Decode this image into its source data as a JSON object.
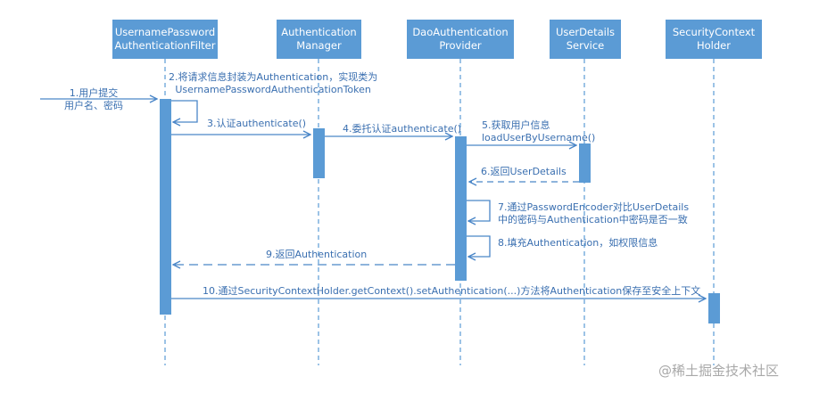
{
  "participants": [
    {
      "label": "UsernamePassword\nAuthenticationFilter"
    },
    {
      "label": "Authentication\nManager"
    },
    {
      "label": "DaoAuthentication\nProvider"
    },
    {
      "label": "UserDetails\nService"
    },
    {
      "label": "SecurityContext\nHolder"
    }
  ],
  "messages": {
    "m1": "1.用户提交\n用户名、密码",
    "m2": "2.将请求信息封装为Authentication，实现类为\nUsernamePasswordAuthenticationToken",
    "m3": "3.认证authenticate()",
    "m4": "4.委托认证authenticate()",
    "m5": "5.获取用户信息\nloadUserByUsername()",
    "m6": "6.返回UserDetails",
    "m7": "7.通过PasswordEncoder对比UserDetails\n中的密码与Authentication中密码是否一致",
    "m8": "8.填充Authentication，如权限信息",
    "m9": "9.返回Authentication",
    "m10": "10.通过SecurityContextHolder.getContext().setAuthentication(...)方法将Authentication保存至安全上下文"
  },
  "watermark": "@稀土掘金技术社区",
  "colors": {
    "box": "#5b9bd5",
    "line": "#4a86c8",
    "text": "#3a6fb0"
  }
}
